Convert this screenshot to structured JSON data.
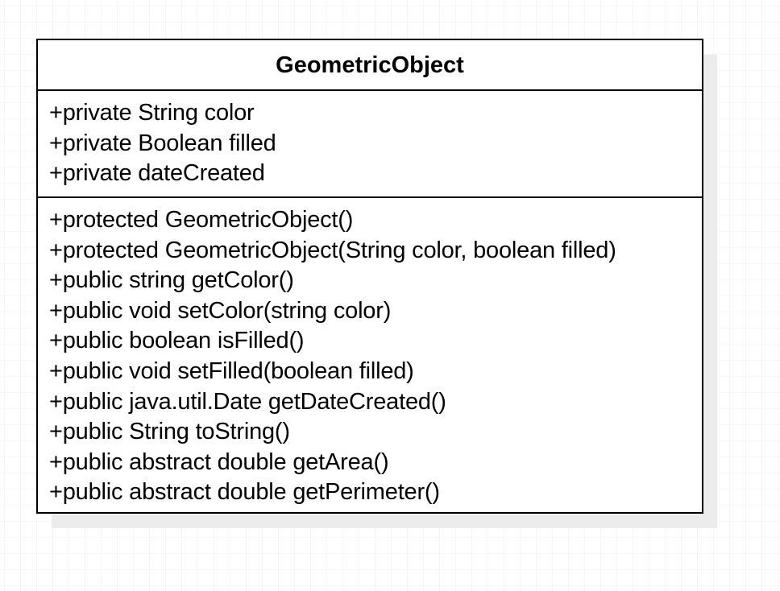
{
  "class_diagram": {
    "class_name": "GeometricObject",
    "attributes": [
      "+private String color",
      "+private Boolean filled",
      "+private dateCreated"
    ],
    "methods": [
      "+protected GeometricObject()",
      "+protected GeometricObject(String color, boolean filled)",
      "+public string getColor()",
      "+public void setColor(string color)",
      "+public boolean isFilled()",
      "+public void setFilled(boolean filled)",
      "+public java.util.Date getDateCreated()",
      "+public String toString()",
      "+public abstract double getArea()",
      "+public abstract double getPerimeter()"
    ]
  }
}
